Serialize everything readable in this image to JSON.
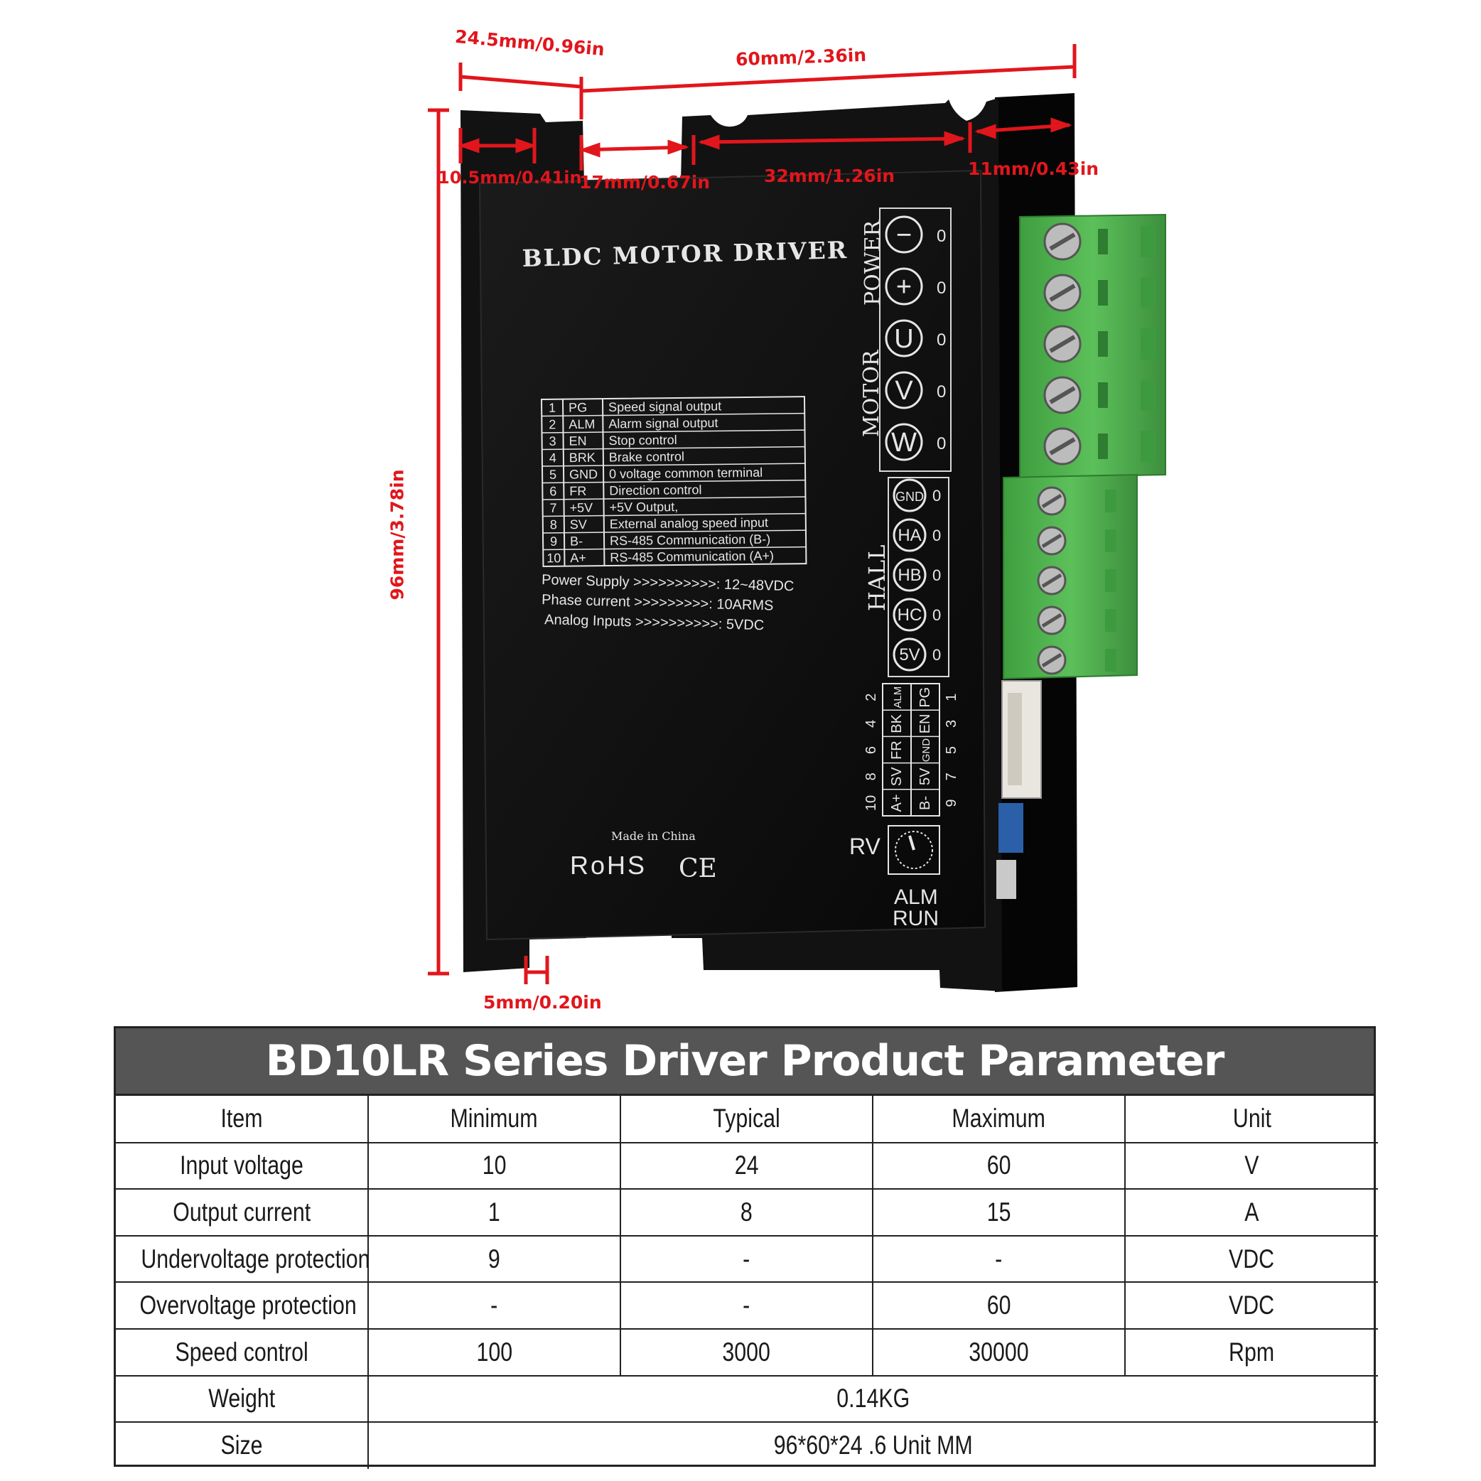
{
  "dimensions": {
    "depth": "24.5mm/0.96in",
    "width": "60mm/2.36in",
    "height": "96mm/3.78in",
    "flange_left": "10.5mm/0.41in",
    "slot_offset": "17mm/0.67in",
    "slot_spacing": "32mm/1.26in",
    "flange_right": "11mm/0.43in",
    "bottom_step": "5mm/0.20in"
  },
  "device": {
    "title": "BLDC MOTOR  DRIVER",
    "power_group": "POWER",
    "motor_group": "MOTOR",
    "hall_group": "HALL",
    "power_terminals": [
      "−",
      "+"
    ],
    "motor_terminals": [
      "U",
      "V",
      "W"
    ],
    "hall_terminals": [
      "GND",
      "HA",
      "HB",
      "HC",
      "5V"
    ],
    "terminal_mark": "0",
    "signal_pins": [
      {
        "num": "1",
        "code": "PG",
        "desc": "Speed signal output"
      },
      {
        "num": "2",
        "code": "ALM",
        "desc": "Alarm signal output"
      },
      {
        "num": "3",
        "code": "EN",
        "desc": "Stop control"
      },
      {
        "num": "4",
        "code": "BRK",
        "desc": "Brake control"
      },
      {
        "num": "5",
        "code": "GND",
        "desc": "0 voltage common terminal"
      },
      {
        "num": "6",
        "code": "FR",
        "desc": "Direction control"
      },
      {
        "num": "7",
        "code": "+5V",
        "desc": "+5V Output,"
      },
      {
        "num": "8",
        "code": "SV",
        "desc": "External analog speed input"
      },
      {
        "num": "9",
        "code": "B-",
        "desc": "RS-485 Communication (B-)"
      },
      {
        "num": "10",
        "code": "A+",
        "desc": "RS-485 Communication (A+)"
      }
    ],
    "ratings": [
      {
        "label": "Power Supply",
        "arrows": ">>>>>>>>>>:",
        "value": "12~48VDC"
      },
      {
        "label": "Phase current",
        "arrows": ">>>>>>>>>:",
        "value": "10ARMS"
      },
      {
        "label": "Analog Inputs",
        "arrows": ">>>>>>>>>>:",
        "value": "5VDC"
      }
    ],
    "connector_top_numbers": [
      "10",
      "8",
      "6",
      "4",
      "2"
    ],
    "connector_top_codes": [
      "A+",
      "SV",
      "FR",
      "BK",
      "ALM"
    ],
    "connector_bottom_codes": [
      "B-",
      "5V",
      "GND",
      "EN",
      "PG"
    ],
    "connector_bottom_numbers": [
      "9",
      "7",
      "5",
      "3",
      "1"
    ],
    "origin": "Made in China",
    "rohs": "RoHS",
    "ce": "CE",
    "rv": "RV",
    "alm": "ALM",
    "run": "RUN"
  },
  "colors": {
    "dimension_red": "#e1161c",
    "housing_black": "#111111",
    "terminal_green": "#4cae4c",
    "table_header_gray": "#555555"
  },
  "table": {
    "title": "BD10LR Series Driver Product Parameter",
    "headers": [
      "Item",
      "Minimum",
      "Typical",
      "Maximum",
      "Unit"
    ],
    "rows": [
      [
        "Input voltage",
        "10",
        "24",
        "60",
        "V"
      ],
      [
        "Output current",
        "1",
        "8",
        "15",
        "A"
      ],
      [
        "Undervoltage protection",
        "9",
        "-",
        "-",
        "VDC"
      ],
      [
        "Overvoltage protection",
        "-",
        "-",
        "60",
        "VDC"
      ],
      [
        "Speed control",
        "100",
        "3000",
        "30000",
        "Rpm"
      ]
    ],
    "weight_label": "Weight",
    "weight_value": "0.14KG",
    "size_label": "Size",
    "size_value": "96*60*24 .6 Unit MM"
  }
}
